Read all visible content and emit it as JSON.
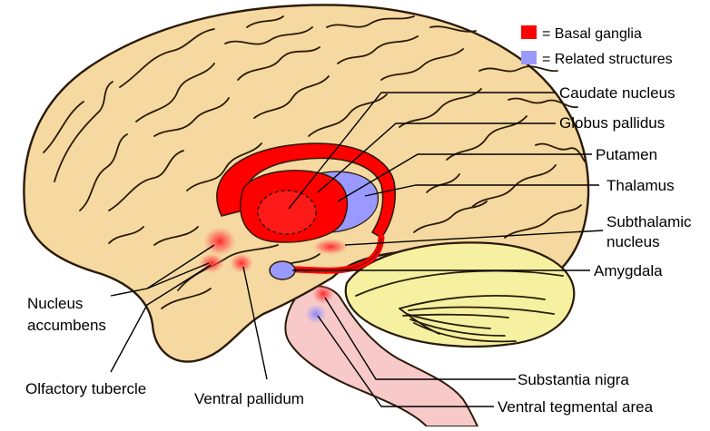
{
  "legend": {
    "items": [
      {
        "label": "= Basal ganglia",
        "color": "#ff0000"
      },
      {
        "label": "= Related structures",
        "color": "#9999ff"
      }
    ]
  },
  "labels": {
    "caudate": "Caudate nucleus",
    "globus": "Globus pallidus",
    "putamen": "Putamen",
    "thalamus": "Thalamus",
    "subthalamic_1": "Subthalamic",
    "subthalamic_2": "nucleus",
    "amygdala": "Amygdala",
    "accumbens_1": "Nucleus",
    "accumbens_2": "accumbens",
    "olfactory": "Olfactory tubercle",
    "pallidum": "Ventral pallidum",
    "nigra": "Substantia nigra",
    "vta": "Ventral tegmental area"
  },
  "colors": {
    "cortex": "#f5d9a0",
    "outline": "#2a1a08",
    "basal_ganglia": "#ff0000",
    "related": "#9999ff",
    "cerebellum": "#f6f1a0",
    "brainstem": "#f7c9c9"
  }
}
